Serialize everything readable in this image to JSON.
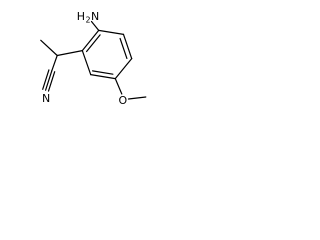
{
  "structure": {
    "atoms": {
      "amine_h": "H",
      "amine_sub": "2",
      "amine_n": "N",
      "nitrile_n": "N",
      "ether_o": "O"
    }
  }
}
